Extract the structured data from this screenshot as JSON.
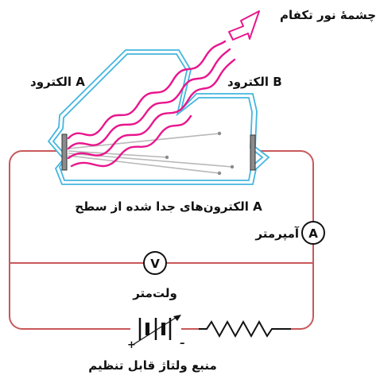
{
  "labels": {
    "light_source": "چشمهٔ نور تکفام",
    "electrode_a": "الکترود A",
    "electrode_b": "الکترود B",
    "emitted_electrons": "الکترون‌های جدا شده از سطح A",
    "ammeter": "آمپرمتر",
    "ammeter_symbol": "A",
    "voltmeter": "ولت‌متر",
    "voltmeter_symbol": "V",
    "supply": "منبع ولتاژ قابل تنظیم",
    "plus_sign": "+",
    "minus_sign": "–"
  },
  "colors": {
    "wire": "#c8585a",
    "tube": "#44b6df",
    "light_wave": "#e8168d",
    "electron_path": "#b8b8b8",
    "electrode": "#8c8c8c",
    "arrow_outline": "#e8168d",
    "text": "#111111"
  },
  "icons": {
    "arrow": "light-source-arrow-icon",
    "battery": "variable-battery-icon",
    "resistor": "resistor-icon"
  }
}
